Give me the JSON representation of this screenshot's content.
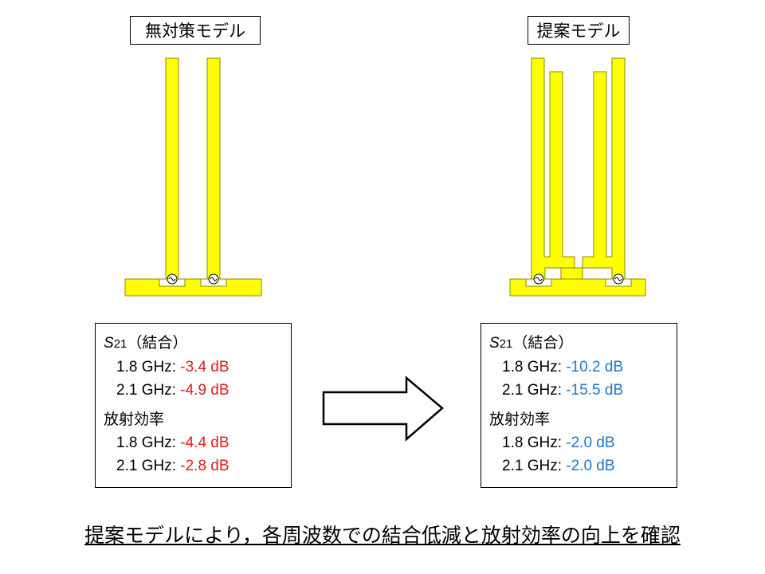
{
  "models": {
    "baseline": {
      "label": "無対策モデル"
    },
    "proposed": {
      "label": "提案モデル"
    }
  },
  "results": {
    "baseline": {
      "s_symbol": "S",
      "s_sub": "21",
      "coupling_heading": "（結合）",
      "coupling": [
        {
          "freq": "1.8 GHz:",
          "value": "-3.4 dB"
        },
        {
          "freq": "2.1 GHz:",
          "value": "-4.9 dB"
        }
      ],
      "efficiency_heading": "放射効率",
      "efficiency": [
        {
          "freq": "1.8 GHz:",
          "value": "-4.4 dB"
        },
        {
          "freq": "2.1 GHz:",
          "value": "-2.8 dB"
        }
      ]
    },
    "proposed": {
      "s_symbol": "S",
      "s_sub": "21",
      "coupling_heading": "（結合）",
      "coupling": [
        {
          "freq": "1.8 GHz:",
          "value": "-10.2 dB"
        },
        {
          "freq": "2.1 GHz:",
          "value": "-15.5 dB"
        }
      ],
      "efficiency_heading": "放射効率",
      "efficiency": [
        {
          "freq": "1.8 GHz:",
          "value": "-2.0 dB"
        },
        {
          "freq": "2.1 GHz:",
          "value": "-2.0 dB"
        }
      ]
    }
  },
  "conclusion": "提案モデルにより，各周波数での結合低減と放射効率の向上を確認",
  "colors": {
    "antenna_fill": "#ffff00",
    "antenna_stroke": "#8a8a00",
    "worse_value": "#e11b1b",
    "better_value": "#1f77c9"
  },
  "icons": {
    "feed_source": "ac-source-icon",
    "transition": "right-arrow-icon"
  }
}
